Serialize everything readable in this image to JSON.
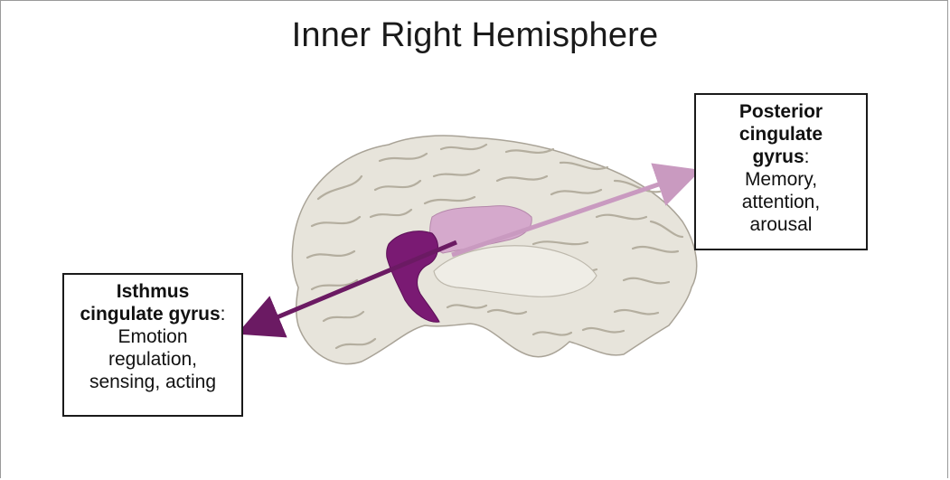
{
  "title": "Inner Right Hemisphere",
  "colors": {
    "brain": "#e7e4db",
    "brain_shadow": "#b9b4a8",
    "isthmus": "#7a1a73",
    "posterior": "#d5a9cc",
    "arrow_isthmus": "#6b1a63",
    "arrow_posterior": "#c99ac0"
  },
  "labels": {
    "posterior": {
      "line1": "Posterior",
      "line2": "cingulate",
      "line3_bold": "gyrus",
      "line3_rest": ":",
      "line4": "Memory,",
      "line5": "attention,",
      "line6": "arousal"
    },
    "isthmus": {
      "line1": "Isthmus",
      "line2_bold": "cingulate gyrus",
      "line2_rest": ":",
      "line3": "Emotion",
      "line4": "regulation,",
      "line5": "sensing, acting"
    }
  }
}
